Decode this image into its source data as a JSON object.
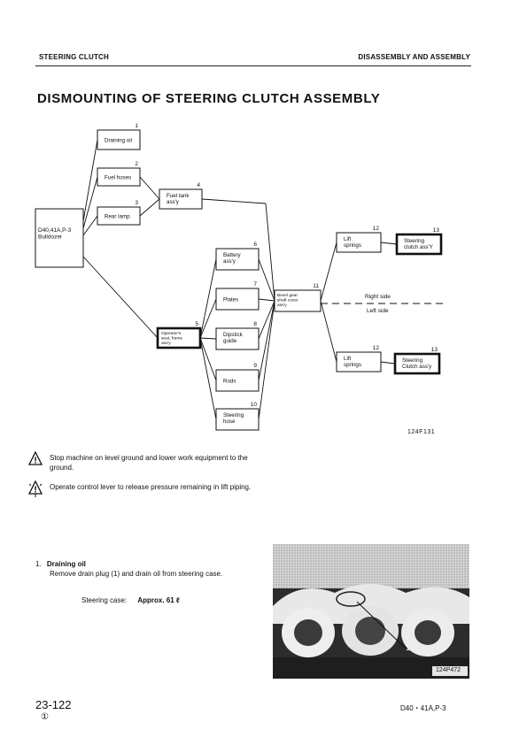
{
  "header": {
    "left": "STEERING CLUTCH",
    "right": "DISASSEMBLY AND ASSEMBLY"
  },
  "title": "DISMOUNTING OF STEERING CLUTCH ASSEMBLY",
  "diagram": {
    "root": "D40,41A,P-3\nBulldozer",
    "nodes": [
      {
        "num": "1",
        "label": "Draining oil"
      },
      {
        "num": "2",
        "label": "Fuel hoses"
      },
      {
        "num": "3",
        "label": "Rear lamp"
      },
      {
        "num": "4",
        "label": "Fuel tank\nass'y"
      },
      {
        "num": "5",
        "label": "Operator's\nseat, frame\nass'y"
      },
      {
        "num": "6",
        "label": "Battery\nass'y"
      },
      {
        "num": "7",
        "label": "Plates"
      },
      {
        "num": "8",
        "label": "Dipstick\nguide"
      },
      {
        "num": "9",
        "label": "Rods"
      },
      {
        "num": "10",
        "label": "Steering\nhose"
      },
      {
        "num": "11",
        "label": "Bevel gear\nshaft cover\nass'y"
      },
      {
        "num": "12",
        "label": "Lift\nsprings"
      },
      {
        "num": "13",
        "label": "Steering\nclutch ass'Y"
      },
      {
        "num": "12",
        "label": "Lift\nsprings"
      },
      {
        "num": "13",
        "label": "Steering\nClutch ass'y"
      }
    ],
    "right_side": "Right side",
    "left_side": "Left side",
    "figure_id": "124F131"
  },
  "warnings": [
    {
      "icon": "warning-triangle-icon",
      "text": "Stop machine on level ground and lower work equipment to the ground."
    },
    {
      "icon": "pressure-warning-icon",
      "text": "Operate control lever to release pressure remaining in lift piping."
    }
  ],
  "step": {
    "number": "1.",
    "heading": "Draining oil",
    "text": "Remove drain plug (1) and drain oil from steering case.",
    "spec_label": "Steering case:",
    "spec_value": "Approx. 61 ℓ"
  },
  "photo": {
    "callout": "1",
    "figure_id": "124P472"
  },
  "footer": {
    "page": "23-122",
    "sub": "①",
    "model": "D40・41A,P-3"
  }
}
